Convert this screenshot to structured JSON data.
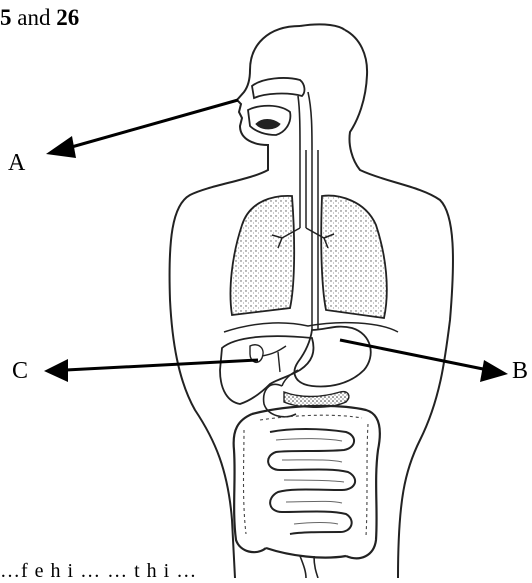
{
  "heading": {
    "pre": "5",
    "mid": " and ",
    "post": "26"
  },
  "labels": {
    "a": "A",
    "b": "B",
    "c": "C"
  },
  "bottom_text": "…f        e  h  i  …                                    …     t  h  i  …"
}
